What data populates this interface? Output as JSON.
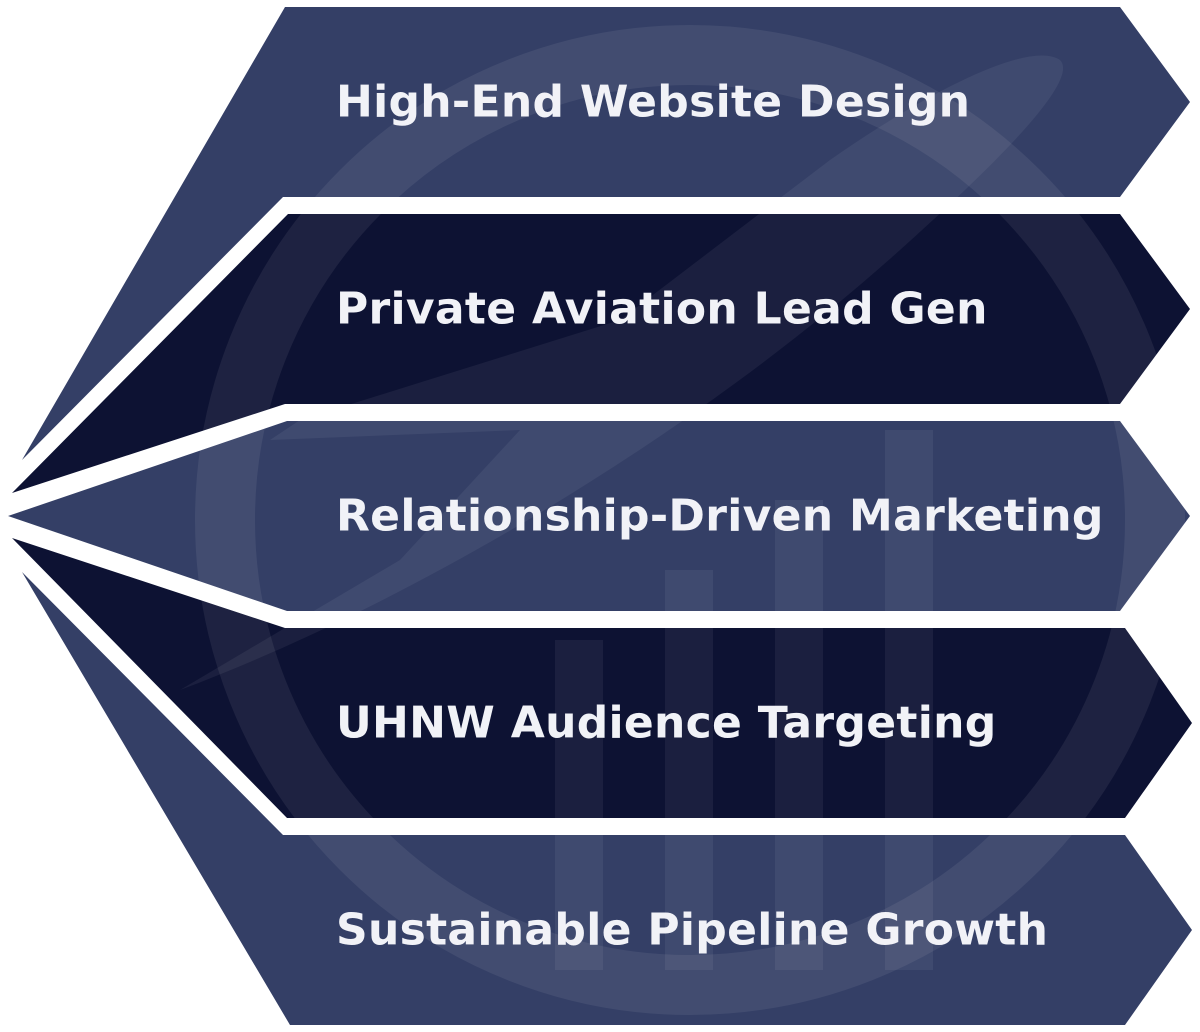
{
  "diagram": {
    "type": "segmented-arrow-fan",
    "colors": {
      "light_segment": "#343f66",
      "dark_segment": "#0d1233",
      "text": "#f1f2f7",
      "separator": "#ffffff"
    },
    "segments": [
      {
        "label": "High-End Website Design",
        "tone": "light"
      },
      {
        "label": "Private Aviation Lead Gen",
        "tone": "dark"
      },
      {
        "label": "Relationship-Driven Marketing",
        "tone": "light"
      },
      {
        "label": "UHNW Audience Targeting",
        "tone": "dark"
      },
      {
        "label": "Sustainable Pipeline Growth",
        "tone": "light"
      }
    ],
    "watermark": "faint-logo-circle-with-airplane-and-bars"
  }
}
